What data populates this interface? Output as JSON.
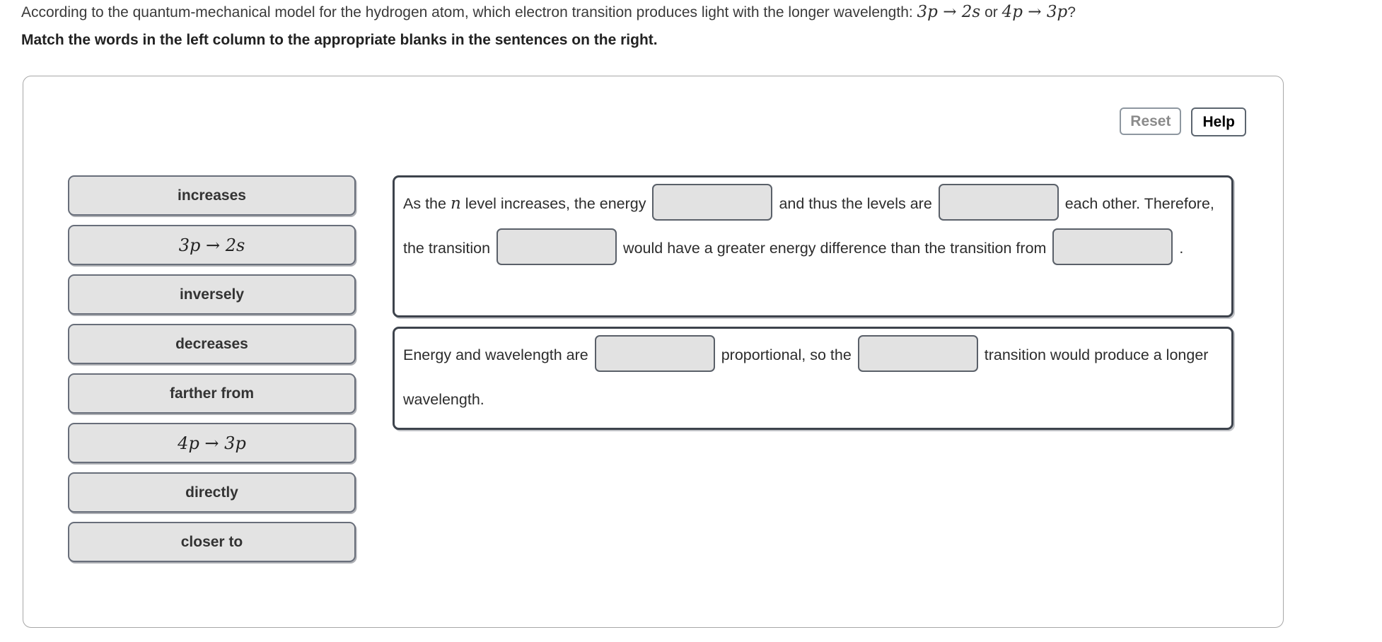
{
  "header": {
    "question_prefix": "According to the quantum-mechanical model for the hydrogen atom, which electron transition produces light with the longer wavelength: ",
    "transition_a": "3p → 2s",
    "or_text": " or ",
    "transition_b": "4p → 3p",
    "question_suffix": "?",
    "instruction": "Match the words in the left column to the appropriate blanks in the sentences on the right."
  },
  "toolbar": {
    "reset_label": "Reset",
    "help_label": "Help"
  },
  "word_bank": {
    "tiles": [
      "increases",
      "3p → 2s",
      "inversely",
      "decreases",
      "farther from",
      "4p → 3p",
      "directly",
      "closer to"
    ]
  },
  "sentence1": {
    "p1": "As the ",
    "n_var": "n",
    "p2": " level increases, the energy ",
    "p3": " and thus the levels are ",
    "p4": " each other. Therefore, the transition ",
    "p5": " would have a greater energy difference than the transition from ",
    "p6": " ."
  },
  "sentence2": {
    "p1": "Energy and wavelength are ",
    "p2": " proportional, so the ",
    "p3": " transition would produce a longer wavelength."
  },
  "colors": {
    "tile_fill": "#e3e3e3",
    "tile_border": "#686e7a",
    "sentence_box_border": "#3d434c",
    "panel_border": "#a7a7a7",
    "reset_text": "#8b8b8b",
    "help_text": "#000000"
  }
}
